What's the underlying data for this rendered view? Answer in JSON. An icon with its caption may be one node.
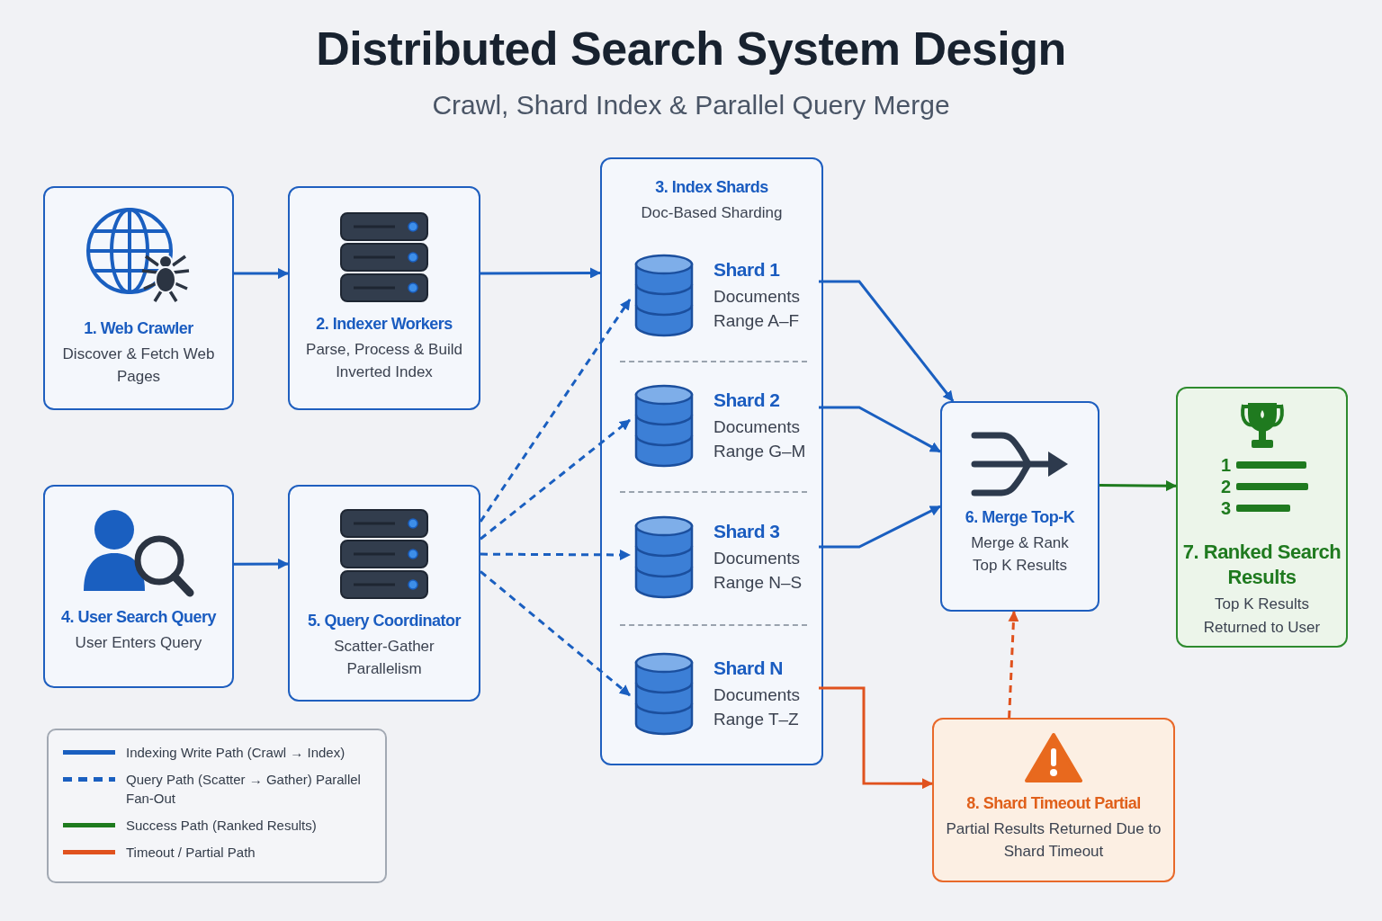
{
  "diagram": {
    "title": "Distributed Search System Design",
    "nodes": [
      {
        "text": [
          "1. Web Crawler",
          "Discover & Fetch Web Pages"
        ]
      },
      {
        "text": [
          "2. Indexer Workers",
          "Parse, Process & Build Inverted Index"
        ]
      },
      {
        "text": [
          "3. Index Shards",
          "Doc-Based Sharding"
        ]
      },
      {
        "text": [
          "Shard 1",
          "Documents Range A–F"
        ],
        "in": 2
      },
      {
        "text": [
          "Shard 2",
          "Documents Range G–M"
        ],
        "in": 2
      },
      {
        "text": [
          "Shard 3",
          "Documents Range N–S"
        ],
        "in": 2
      },
      {
        "text": [
          "Shard N",
          "Documents Range T–Z"
        ],
        "in": 2
      },
      {
        "text": [
          "4. User Search Query",
          "User Enters Query"
        ]
      },
      {
        "text": [
          "5. Query Coordinator",
          "Scatter-Gather Parallelism"
        ]
      },
      {
        "text": [
          "6. Merge Top-K",
          "Merge & Rank Top K Results"
        ]
      },
      {
        "text": [
          "7. Ranked Search Results",
          "Top K Results Returned to User"
        ]
      },
      {
        "text": [
          "8. Shard Timeout Partial",
          "Partial Results Returned Due to Shard Timeout"
        ]
      }
    ],
    "edges": [
      {
        "from": 0,
        "to": 1,
        "arrow": "to"
      },
      {
        "from": 1,
        "to": 2,
        "arrow": "to"
      },
      {
        "from": 7,
        "to": 8,
        "arrow": "to"
      },
      {
        "from": 8,
        "to": 3,
        "arrow": "to",
        "style": "dashed"
      },
      {
        "from": 8,
        "to": 4,
        "arrow": "to",
        "style": "dashed"
      },
      {
        "from": 8,
        "to": 5,
        "arrow": "to",
        "style": "dashed"
      },
      {
        "from": 8,
        "to": 6,
        "arrow": "to",
        "style": "dashed"
      },
      {
        "from": 3,
        "to": 9,
        "arrow": "to"
      },
      {
        "from": 4,
        "to": 9,
        "arrow": "to"
      },
      {
        "from": 5,
        "to": 9,
        "arrow": "to"
      },
      {
        "from": 6,
        "to": 11,
        "arrow": "to",
        "color": "#e0521e"
      },
      {
        "from": 11,
        "to": 9,
        "arrow": "to",
        "style": "dashed",
        "color": "#e0521e"
      },
      {
        "from": 9,
        "to": 10,
        "arrow": "to",
        "color": "#1e7b1e"
      }
    ],
    "labels": [
      "Crawl, Shard Index & Parallel Query Merge",
      "1",
      "2",
      "3"
    ],
    "legend": [
      {
        "text": "Indexing Write Path (Crawl → Index)",
        "color": "#1a5fc0"
      },
      {
        "text": "Query Path (Scatter → Gather) Parallel Fan-Out",
        "color": "#1a5fc0"
      },
      {
        "text": "Success Path (Ranked Results)",
        "color": "#1e7b1e"
      },
      {
        "text": "Timeout / Partial Path",
        "color": "#e0521e"
      }
    ]
  }
}
